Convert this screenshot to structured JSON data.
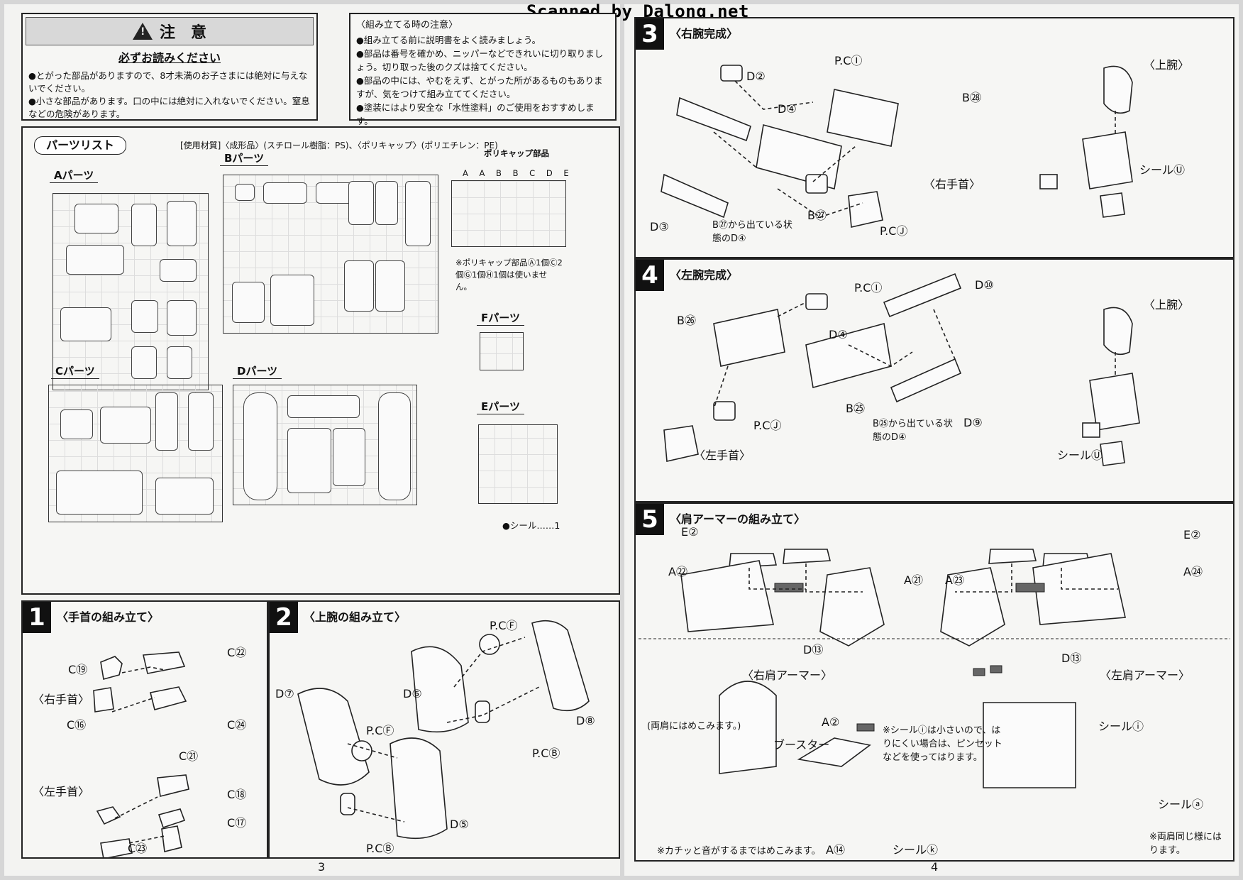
{
  "watermark": "Scanned by Dalong.net",
  "left_page": {
    "caution": {
      "title": "注　意",
      "subtitle": "必ずお読みください",
      "bullets": [
        "●とがった部品がありますので、8才未満のお子さまには絶対に与えないでください。",
        "●小さな部品があります。口の中には絶対に入れないでください。窒息などの危険があります。"
      ]
    },
    "assembly_notes": {
      "title": "〈組み立てる時の注意〉",
      "items": [
        "●組み立てる前に説明書をよく読みましょう。",
        "●部品は番号を確かめ、ニッパーなどできれいに切り取りましょう。切り取った後のクズは捨てください。",
        "●部品の中には、やむをえず、とがった所があるものもありますが、気をつけて組み立ててください。",
        "●塗装にはより安全な「水性塗料」のご使用をおすすめします。"
      ]
    },
    "parts_list": {
      "title": "パーツリスト",
      "material": "[使用材質]〈成形品〉(スチロール樹脂：PS)、〈ポリキャップ〉(ポリエチレン：PE)",
      "labels": {
        "a": "Aパーツ",
        "b": "Bパーツ",
        "c": "Cパーツ",
        "d": "Dパーツ",
        "e": "Eパーツ",
        "f": "Fパーツ",
        "polycap": "ポリキャップ部品"
      },
      "polycap_letters": "A A B B C D E",
      "polycap_note": "※ポリキャップ部品Ⓐ1個Ⓒ2個Ⓖ1個Ⓗ1個は使いません。",
      "seal_count": "●シール……1"
    },
    "step1": {
      "number": "1",
      "title": "〈手首の組み立て〉",
      "labels": {
        "c19": "C⑲",
        "c22": "C㉒",
        "right_wrist": "〈右手首〉",
        "c16": "C⑯",
        "c24": "C㉔",
        "c21": "C㉑",
        "left_wrist": "〈左手首〉",
        "c18": "C⑱",
        "c17": "C⑰",
        "c23": "C㉓"
      }
    },
    "step2": {
      "number": "2",
      "title": "〈上腕の組み立て〉",
      "labels": {
        "pcf_top": "P.CⒻ",
        "d6": "D⑥",
        "d7": "D⑦",
        "pcf_mid": "P.CⒻ",
        "d8": "D⑧",
        "pcb_right": "P.CⒷ",
        "d5": "D⑤",
        "pcb_bottom": "P.CⒷ"
      }
    },
    "page_number": "3"
  },
  "right_page": {
    "step3": {
      "number": "3",
      "title": "〈右腕完成〉",
      "labels": {
        "pci": "P.CⒾ",
        "d2": "D②",
        "b28": "B㉘",
        "d4": "D④",
        "upper_arm": "〈上腕〉",
        "seal": "シールⓊ",
        "right_wrist": "〈右手首〉",
        "d3": "D③",
        "b27": "B㉗",
        "pcj": "P.CⒿ",
        "note": "B㉗から出ている状態のD④"
      }
    },
    "step4": {
      "number": "4",
      "title": "〈左腕完成〉",
      "labels": {
        "pci": "P.CⒾ",
        "d10": "D⑩",
        "b26": "B㉖",
        "d4": "D④",
        "upper_arm": "〈上腕〉",
        "pcj": "P.CⒿ",
        "b25": "B㉕",
        "note": "B㉕から出ている状態のD④",
        "d9": "D⑨",
        "left_wrist": "〈左手首〉",
        "seal": "シールⓊ"
      }
    },
    "step5": {
      "number": "5",
      "title": "〈肩アーマーの組み立て〉",
      "labels": {
        "e2_left": "E②",
        "e2_right": "E②",
        "a22": "A㉒",
        "a21": "A㉑",
        "a23": "A㉓",
        "a24": "A㉔",
        "d13_left": "D⑬",
        "d13_right": "D⑬",
        "right_armor": "〈右肩アーマー〉",
        "left_armor": "〈左肩アーマー〉",
        "both_shoulders": "(両肩にはめこみます。)",
        "a2": "A②",
        "booster": "ブースター",
        "seal_note": "※シールⓘは小さいので、はりにくい場合は、ピンセットなどを使ってはります。",
        "seal_i": "シールⓘ",
        "seal_a": "シールⓐ",
        "a14": "A⑭",
        "seal_ka": "シールⓚ",
        "click_note": "※カチッと音がするまではめこみます。",
        "same_note": "※両肩同じ様にはります。"
      }
    },
    "page_number": "4"
  }
}
